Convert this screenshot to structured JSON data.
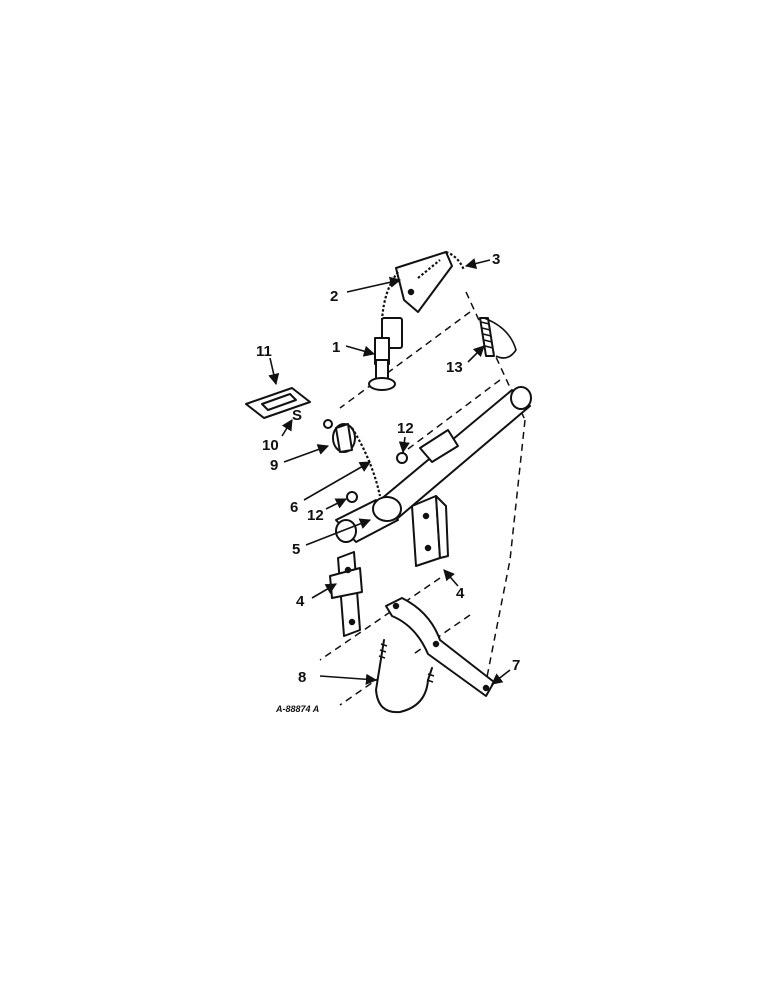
{
  "figure_code": "A-88874 A",
  "callouts": {
    "c1": "1",
    "c2": "2",
    "c3": "3",
    "c4a": "4",
    "c4b": "4",
    "c5": "5",
    "c6": "6",
    "c7": "7",
    "c8": "8",
    "c9": "9",
    "c10": "10",
    "c11": "11",
    "c12a": "12",
    "c12b": "12",
    "c13": "13",
    "s_glyph": "S"
  }
}
